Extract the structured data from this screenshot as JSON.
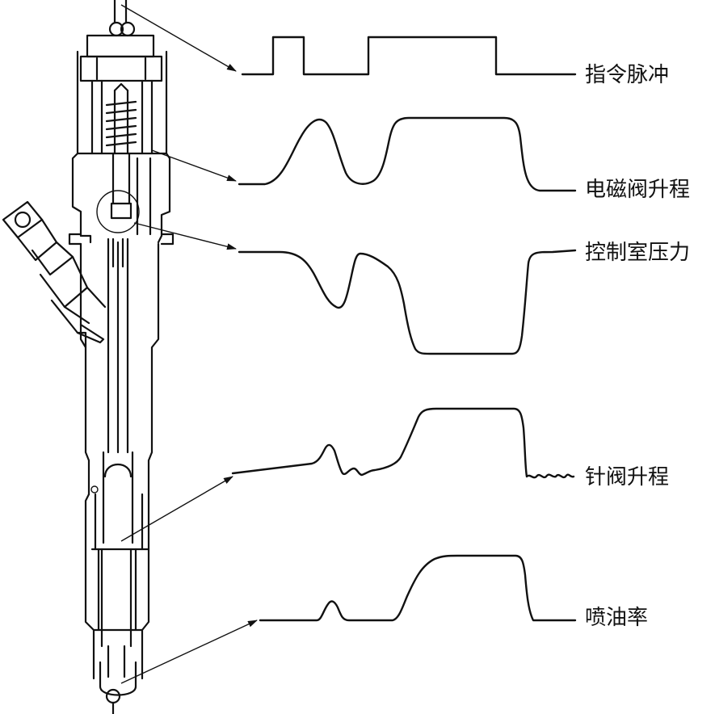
{
  "labels": {
    "command_pulse": "指令脉冲",
    "solenoid_lift": "电磁阀升程",
    "chamber_pressure": "控制室压力",
    "needle_lift": "针阀升程",
    "injection_rate": "喷油率"
  }
}
